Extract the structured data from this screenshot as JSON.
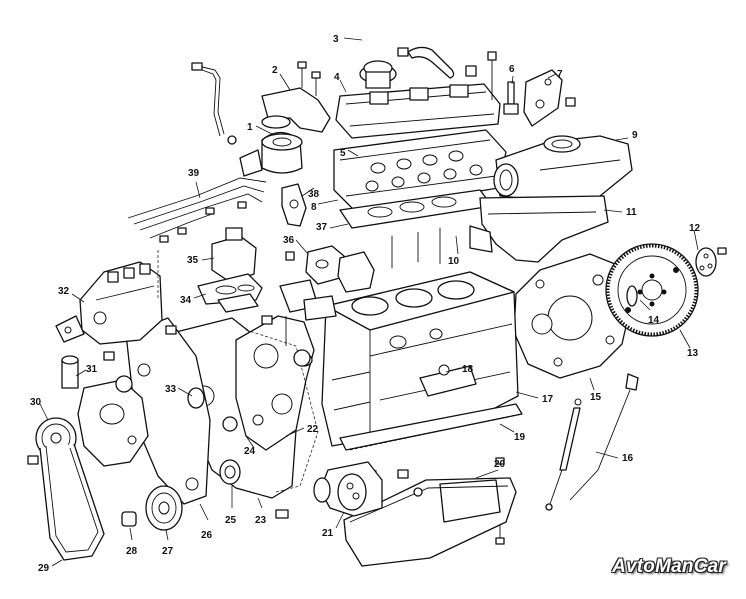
{
  "diagram": {
    "callouts": [
      "1",
      "2",
      "3",
      "4",
      "5",
      "6",
      "7",
      "8",
      "9",
      "10",
      "11",
      "12",
      "13",
      "14",
      "15",
      "16",
      "17",
      "18",
      "19",
      "20",
      "21",
      "22",
      "23",
      "24",
      "25",
      "26",
      "27",
      "28",
      "29",
      "30",
      "31",
      "32",
      "33",
      "34",
      "35",
      "36",
      "37",
      "38",
      "39"
    ]
  },
  "watermark": "AvtoManCar"
}
